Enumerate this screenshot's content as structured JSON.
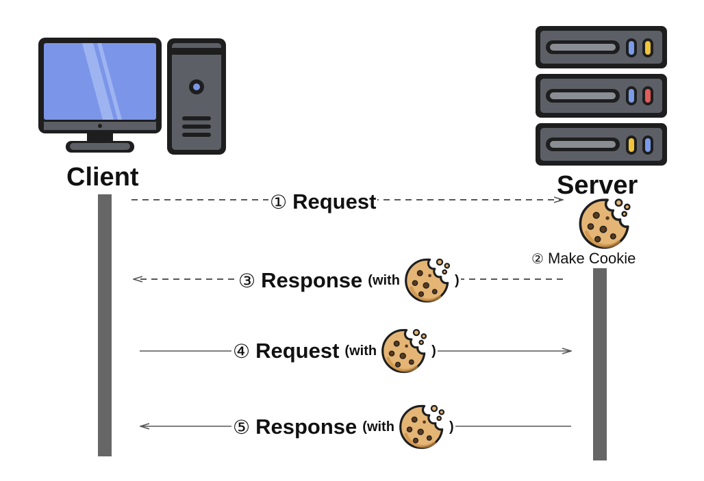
{
  "client": {
    "label": "Client",
    "icon": "desktop-computer-icon"
  },
  "server": {
    "label": "Server",
    "icon": "server-rack-icon"
  },
  "cookie_icon": "cookie-icon",
  "steps": [
    {
      "num": "①",
      "label": "Request",
      "with": "",
      "close": "",
      "direction": "client-to-server",
      "style": "dashed",
      "cookie": false
    },
    {
      "num": "②",
      "label": "Make Cookie",
      "with": "",
      "close": "",
      "direction": "server",
      "style": "none",
      "cookie": true
    },
    {
      "num": "③",
      "label": "Response",
      "with": "(with",
      "close": ")",
      "direction": "server-to-client",
      "style": "dashed",
      "cookie": true
    },
    {
      "num": "④",
      "label": "Request",
      "with": "(with",
      "close": ")",
      "direction": "client-to-server",
      "style": "solid",
      "cookie": true
    },
    {
      "num": "⑤",
      "label": "Response",
      "with": "(with",
      "close": ")",
      "direction": "server-to-client",
      "style": "solid",
      "cookie": true
    }
  ],
  "colors": {
    "lifeline": "#666666",
    "arrow": "#555555",
    "monitor_screen": "#7b96e8",
    "device_body": "#5c5f66",
    "outline": "#1e1e1e",
    "cookie_fill": "#e4b574",
    "cookie_shadow": "#c98d45",
    "led_blue": "#7a9be8",
    "led_yellow": "#f0c43c",
    "led_red": "#e25c5c"
  }
}
